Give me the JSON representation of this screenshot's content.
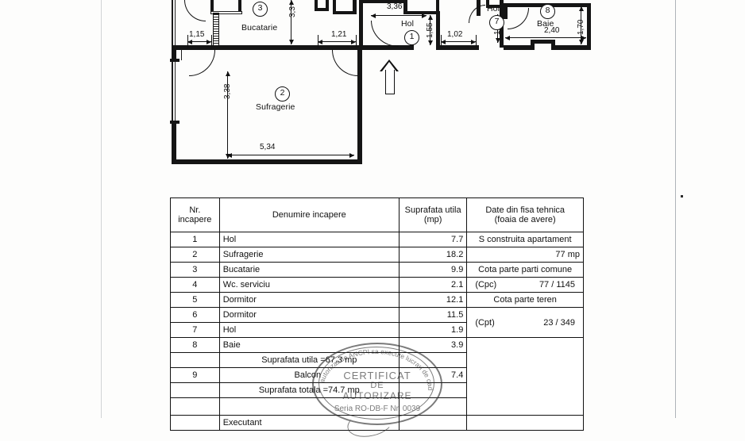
{
  "document": {
    "type": "cadastral-floor-plan",
    "language": "ro"
  },
  "floorplan": {
    "rooms": [
      {
        "number": "1",
        "label": "Hol"
      },
      {
        "number": "2",
        "label": "Sufragerie"
      },
      {
        "number": "3",
        "label": "Bucatarie"
      },
      {
        "number": "7",
        "label": "Hol"
      },
      {
        "number": "8",
        "label": "Baie"
      }
    ],
    "dimensions": {
      "kitchen_left": "1,15",
      "kitchen_height": "3,3",
      "living_height": "3,38",
      "living_width": "5,34",
      "hall_mid": "1,21",
      "hall1_height": "1,55",
      "hall1_width": "3,36",
      "hall7_height": "1,70",
      "hall7_width": "1,02",
      "bath_width": "2,40",
      "bath_height": "1,70"
    },
    "entry_arrow": "entrance-arrow-icon"
  },
  "table": {
    "headers": {
      "nr": "Nr.",
      "nr2": "incapere",
      "name": "Denumire   incapere",
      "area": "Suprafata utila",
      "area2": "(mp)",
      "tech": "Date din fisa tehnica",
      "tech2": "(foaia de avere)"
    },
    "rows": [
      {
        "nr": "1",
        "name": "Hol",
        "area": "7.7"
      },
      {
        "nr": "2",
        "name": "Sufragerie",
        "area": "18.2"
      },
      {
        "nr": "3",
        "name": "Bucatarie",
        "area": "9.9"
      },
      {
        "nr": "4",
        "name": "Wc. serviciu",
        "area": "2.1"
      },
      {
        "nr": "5",
        "name": "Dormitor",
        "area": "12.1"
      },
      {
        "nr": "6",
        "name": "Dormitor",
        "area": "11.5"
      },
      {
        "nr": "7",
        "name": "Hol",
        "area": "1.9"
      },
      {
        "nr": "8",
        "name": "Baie",
        "area": "3.9"
      }
    ],
    "subtotal": "Suprafata utila =67.3 mp",
    "balcony": {
      "nr": "9",
      "name": "Balcon",
      "area": "7.4"
    },
    "total": "Suprafata totala =74.7 mp",
    "executant": "Executant",
    "tech_data": {
      "line1": "S construita apartament",
      "value1": "77 mp",
      "line2": "Cota parte parti comune",
      "label2": "(Cpc)",
      "value2": "77 / 1145",
      "line3": "Cota parte teren",
      "label3": "(Cpt)",
      "value3": "23 / 349"
    }
  },
  "stamp": {
    "arc_top": "autorizat de ANCPI sa execute lucrari de cadastru, geodezie si cartografie",
    "line1": "CERTIFICAT",
    "line2": "DE",
    "line3": "AUTORIZARE",
    "line4": "Seria RO-DB-F Nr. 0039"
  }
}
